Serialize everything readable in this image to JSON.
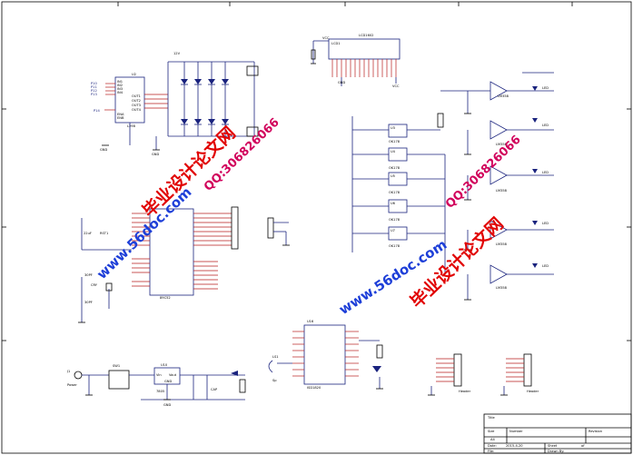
{
  "colors": {
    "wire": "#1a237e",
    "pin": "#b71c1c",
    "watermark_red": "#e10000",
    "watermark_blue": "#1e3fd8",
    "watermark_magenta": "#d1005b"
  },
  "watermarks": {
    "left_cn": "毕业设计论文网",
    "left_url": "www.56doc.com",
    "left_qq": "QQ:306826066",
    "right_url": "www.56doc.com",
    "right_qq": "QQ:306826066",
    "right_cn": "毕业设计论文网"
  },
  "components": {
    "lcd": "LCD1602",
    "lcd_ref": "LCD1",
    "driver": "L298",
    "driver_ref": "U2",
    "mcu": "89C52",
    "crystal": "CRY",
    "cap_30pf": "30PF",
    "cap_22uf": "22uF",
    "reset_btn": "RST1",
    "optocouplers": [
      "OK178",
      "OK178",
      "OK178",
      "OK178",
      "OK178"
    ],
    "opamps": [
      "LM358",
      "LM358",
      "LM358",
      "LM358",
      "LM358"
    ],
    "leds": [
      "LED",
      "LED",
      "LED",
      "LED",
      "LED"
    ],
    "isd": "ISD1820",
    "speaker": "LS1",
    "speaker_lbl": "Sp",
    "regulator": "7805",
    "regulator_ref": "U10",
    "reg_pins": {
      "in": "Vin",
      "out": "Vout",
      "gnd": "GND"
    },
    "power_jack": "Power",
    "switch": "SW1",
    "cap_cap": "CAP",
    "header1": "Header",
    "header2": "Header",
    "vcc": "VCC",
    "gnd": "GND",
    "u3_pins": [
      "IN1",
      "IN2",
      "IN3",
      "IN4",
      "OUT1",
      "OUT2",
      "OUT3",
      "OUT4",
      "ENA",
      "ENB"
    ]
  },
  "titleblock": {
    "title": "Title",
    "size": "Size",
    "size_val": "A4",
    "number": "Number",
    "revision": "Revision",
    "date": "Date:",
    "date_val": "2015-4-20",
    "sheet": "Sheet",
    "of": "of",
    "file": "File:",
    "drawn_by": "Drawn By:"
  }
}
